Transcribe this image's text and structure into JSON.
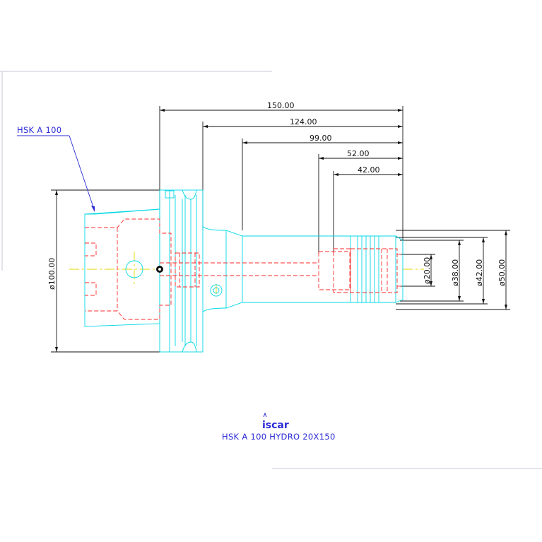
{
  "drawing": {
    "holder_label": "HSK A 100",
    "title": "HSK A 100 HYDRO 20X150",
    "logo": "iscar",
    "length_dims": [
      "150.00",
      "124.00",
      "99.00",
      "52.00",
      "42.00"
    ],
    "diameter_dims": [
      "ø100.00",
      "ø20.00",
      "ø38.00",
      "ø42.00",
      "ø50.00"
    ]
  },
  "colors": {
    "outline": "#00d8e6",
    "hidden": "#ff2a2a",
    "center": "#e6d600",
    "dimension": "#111111",
    "annotation": "#2a2ad6",
    "frame": "#c8c8d8"
  }
}
